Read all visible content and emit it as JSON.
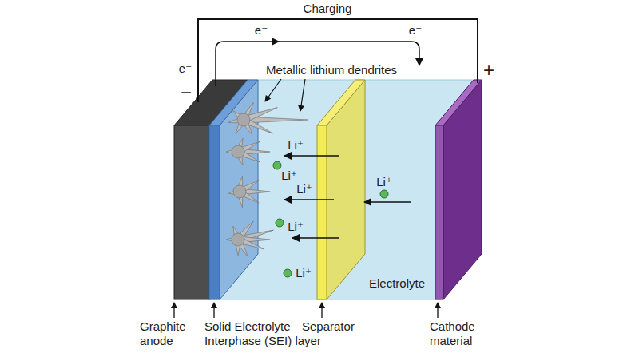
{
  "diagram": {
    "labels": [
      "Charging",
      "e⁻",
      "e⁻",
      "e⁻",
      "−",
      "+",
      "Metallic lithium dendrites",
      "Li⁺",
      "Li⁺",
      "Li⁺",
      "Li⁺",
      "Li⁺",
      "Li⁺",
      "Electrolyte",
      "Graphite anode",
      "Solid Electrolyte Interphase (SEI) layer",
      "Separator",
      "Cathode material"
    ]
  }
}
